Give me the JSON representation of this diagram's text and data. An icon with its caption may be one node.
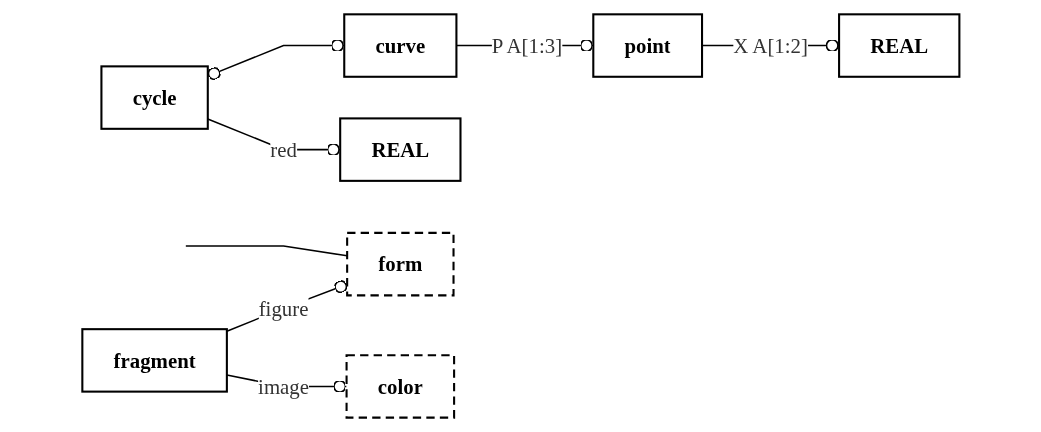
{
  "diagram": {
    "nodes": [
      {
        "text": [
          "cycle"
        ]
      },
      {
        "text": [
          "curve"
        ]
      },
      {
        "text": [
          "point"
        ]
      },
      {
        "text": [
          "REAL"
        ]
      },
      {
        "text": [
          "form"
        ]
      },
      {
        "text": [
          "REAL"
        ]
      },
      {
        "text": [
          "fragment"
        ]
      },
      {
        "text": [
          "color"
        ]
      }
    ],
    "edges": [
      {
        "from": 0,
        "to": 1,
        "arrow": "other"
      },
      {
        "from": 1,
        "to": 2,
        "label": "P A[1:3]",
        "arrow": "other"
      },
      {
        "from": 0,
        "to": 3,
        "label": "red",
        "arrow": "other"
      },
      {
        "from": 2,
        "to": 5,
        "label": "X A[1:2]",
        "arrow": "other"
      },
      {
        "from": null,
        "to": 4,
        "arrow": "none"
      },
      {
        "from": 6,
        "to": 4,
        "label": "figure",
        "arrow": "other"
      },
      {
        "from": 6,
        "to": 7,
        "label": "image",
        "arrow": "other"
      }
    ]
  }
}
